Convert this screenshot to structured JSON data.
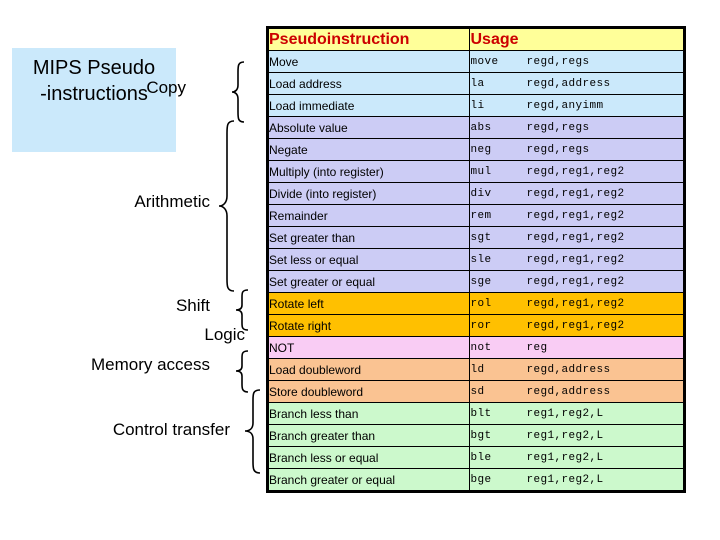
{
  "slide": {
    "title": "MIPS Pseudo\n-instructions",
    "title_box_color": "#cbe9fb"
  },
  "categories": [
    {
      "label": "Copy",
      "name": "category-copy"
    },
    {
      "label": "Arithmetic",
      "name": "category-arithmetic"
    },
    {
      "label": "Shift",
      "name": "category-shift"
    },
    {
      "label": "Logic",
      "name": "category-logic"
    },
    {
      "label": "Memory access",
      "name": "category-memory-access"
    },
    {
      "label": "Control transfer",
      "name": "category-control-transfer"
    }
  ],
  "table": {
    "headers": [
      "Pseudoinstruction",
      "Usage"
    ],
    "header_bg": "#ffff99",
    "header_color": "#cc0000",
    "rows": [
      {
        "pseudoinstruction": "Move",
        "mnemonic": "move",
        "operands": "regd,regs",
        "color": "#cbe9fb",
        "group": "Copy"
      },
      {
        "pseudoinstruction": "Load address",
        "mnemonic": "la",
        "operands": "regd,address",
        "color": "#cbe9fb",
        "group": "Copy"
      },
      {
        "pseudoinstruction": "Load immediate",
        "mnemonic": "li",
        "operands": "regd,anyimm",
        "color": "#cbe9fb",
        "group": "Copy"
      },
      {
        "pseudoinstruction": "Absolute value",
        "mnemonic": "abs",
        "operands": "regd,regs",
        "color": "#ccccf5",
        "group": "Arithmetic"
      },
      {
        "pseudoinstruction": "Negate",
        "mnemonic": "neg",
        "operands": "regd,regs",
        "color": "#ccccf5",
        "group": "Arithmetic"
      },
      {
        "pseudoinstruction": "Multiply (into register)",
        "mnemonic": "mul",
        "operands": "regd,reg1,reg2",
        "color": "#ccccf5",
        "group": "Arithmetic"
      },
      {
        "pseudoinstruction": "Divide (into register)",
        "mnemonic": "div",
        "operands": "regd,reg1,reg2",
        "color": "#ccccf5",
        "group": "Arithmetic"
      },
      {
        "pseudoinstruction": "Remainder",
        "mnemonic": "rem",
        "operands": "regd,reg1,reg2",
        "color": "#ccccf5",
        "group": "Arithmetic"
      },
      {
        "pseudoinstruction": "Set greater than",
        "mnemonic": "sgt",
        "operands": "regd,reg1,reg2",
        "color": "#ccccf5",
        "group": "Arithmetic"
      },
      {
        "pseudoinstruction": "Set less or equal",
        "mnemonic": "sle",
        "operands": "regd,reg1,reg2",
        "color": "#ccccf5",
        "group": "Arithmetic"
      },
      {
        "pseudoinstruction": "Set greater or equal",
        "mnemonic": "sge",
        "operands": "regd,reg1,reg2",
        "color": "#ccccf5",
        "group": "Arithmetic"
      },
      {
        "pseudoinstruction": "Rotate left",
        "mnemonic": "rol",
        "operands": "regd,reg1,reg2",
        "color": "#ffc000",
        "group": "Shift"
      },
      {
        "pseudoinstruction": "Rotate right",
        "mnemonic": "ror",
        "operands": "regd,reg1,reg2",
        "color": "#ffc000",
        "group": "Shift"
      },
      {
        "pseudoinstruction": "NOT",
        "mnemonic": "not",
        "operands": "reg",
        "color": "#f9ccf4",
        "group": "Logic"
      },
      {
        "pseudoinstruction": "Load doubleword",
        "mnemonic": "ld",
        "operands": "regd,address",
        "color": "#fac392",
        "group": "Memory access"
      },
      {
        "pseudoinstruction": "Store doubleword",
        "mnemonic": "sd",
        "operands": "regd,address",
        "color": "#fac392",
        "group": "Memory access"
      },
      {
        "pseudoinstruction": "Branch less than",
        "mnemonic": "blt",
        "operands": "reg1,reg2,L",
        "color": "#ccf9cc",
        "group": "Control transfer"
      },
      {
        "pseudoinstruction": "Branch greater than",
        "mnemonic": "bgt",
        "operands": "reg1,reg2,L",
        "color": "#ccf9cc",
        "group": "Control transfer"
      },
      {
        "pseudoinstruction": "Branch less or equal",
        "mnemonic": "ble",
        "operands": "reg1,reg2,L",
        "color": "#ccf9cc",
        "group": "Control transfer"
      },
      {
        "pseudoinstruction": "Branch greater or equal",
        "mnemonic": "bge",
        "operands": "reg1,reg2,L",
        "color": "#ccf9cc",
        "group": "Control transfer"
      }
    ]
  }
}
